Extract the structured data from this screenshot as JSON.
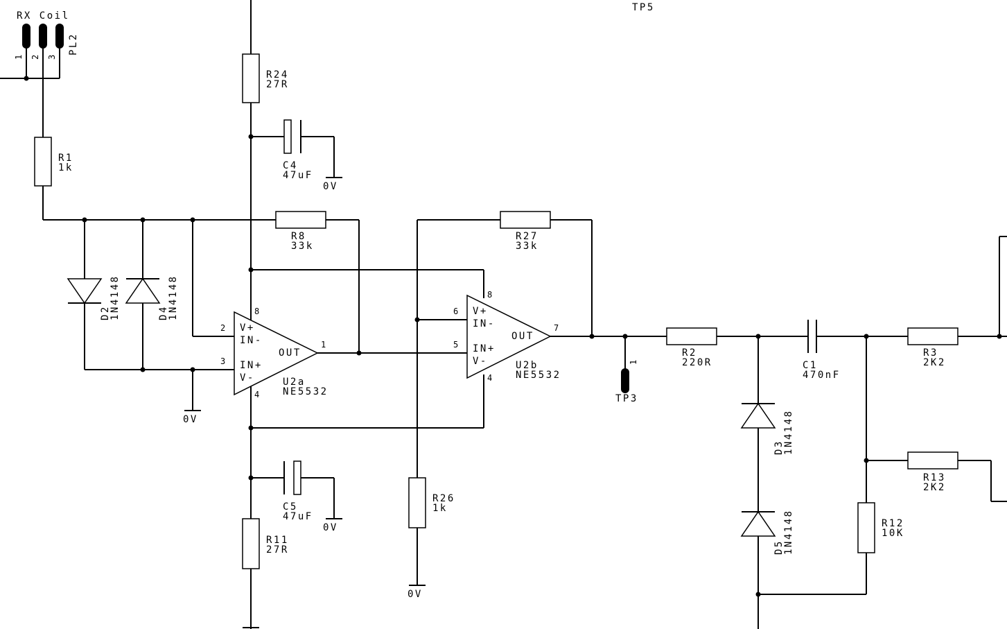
{
  "connector_pl2": {
    "title": "RX Coil",
    "ref": "PL2",
    "pins": [
      "1",
      "2",
      "3"
    ]
  },
  "resistors": {
    "r1": {
      "ref": "R1",
      "value": "1k"
    },
    "r24": {
      "ref": "R24",
      "value": "27R"
    },
    "r8": {
      "ref": "R8",
      "value": "33k"
    },
    "r27": {
      "ref": "R27",
      "value": "33k"
    },
    "r11": {
      "ref": "R11",
      "value": "27R"
    },
    "r26": {
      "ref": "R26",
      "value": "1k"
    },
    "r2": {
      "ref": "R2",
      "value": "220R"
    },
    "r3": {
      "ref": "R3",
      "value": "2K2"
    },
    "r13": {
      "ref": "R13",
      "value": "2K2"
    },
    "r12": {
      "ref": "R12",
      "value": "10K"
    }
  },
  "capacitors": {
    "c4": {
      "ref": "C4",
      "value": "47uF"
    },
    "c5": {
      "ref": "C5",
      "value": "47uF"
    },
    "c1": {
      "ref": "C1",
      "value": "470nF"
    }
  },
  "diodes": {
    "d2": {
      "ref": "D2",
      "value": "1N4148"
    },
    "d4": {
      "ref": "D4",
      "value": "1N4148"
    },
    "d3": {
      "ref": "D3",
      "value": "1N4148"
    },
    "d5": {
      "ref": "D5",
      "value": "1N4148"
    }
  },
  "opamps": {
    "u2a": {
      "ref": "U2a",
      "value": "NE5532",
      "v_plus": "V+",
      "in_minus": "IN-",
      "in_plus": "IN+",
      "v_minus": "V-",
      "out": "OUT",
      "pin_vplus": "8",
      "pin_inminus": "2",
      "pin_inplus": "3",
      "pin_vminus": "4",
      "pin_out": "1"
    },
    "u2b": {
      "ref": "U2b",
      "value": "NE5532",
      "v_plus": "V+",
      "in_minus": "IN-",
      "in_plus": "IN+",
      "v_minus": "V-",
      "out": "OUT",
      "pin_vplus": "8",
      "pin_inminus": "6",
      "pin_inplus": "5",
      "pin_vminus": "4",
      "pin_out": "7"
    }
  },
  "testpoints": {
    "tp3": {
      "ref": "TP3",
      "pin": "1"
    },
    "tp5": {
      "ref": "TP5"
    }
  },
  "grounds": {
    "g1": "0V",
    "g2": "0V",
    "g3": "0V",
    "g4": "0V"
  }
}
